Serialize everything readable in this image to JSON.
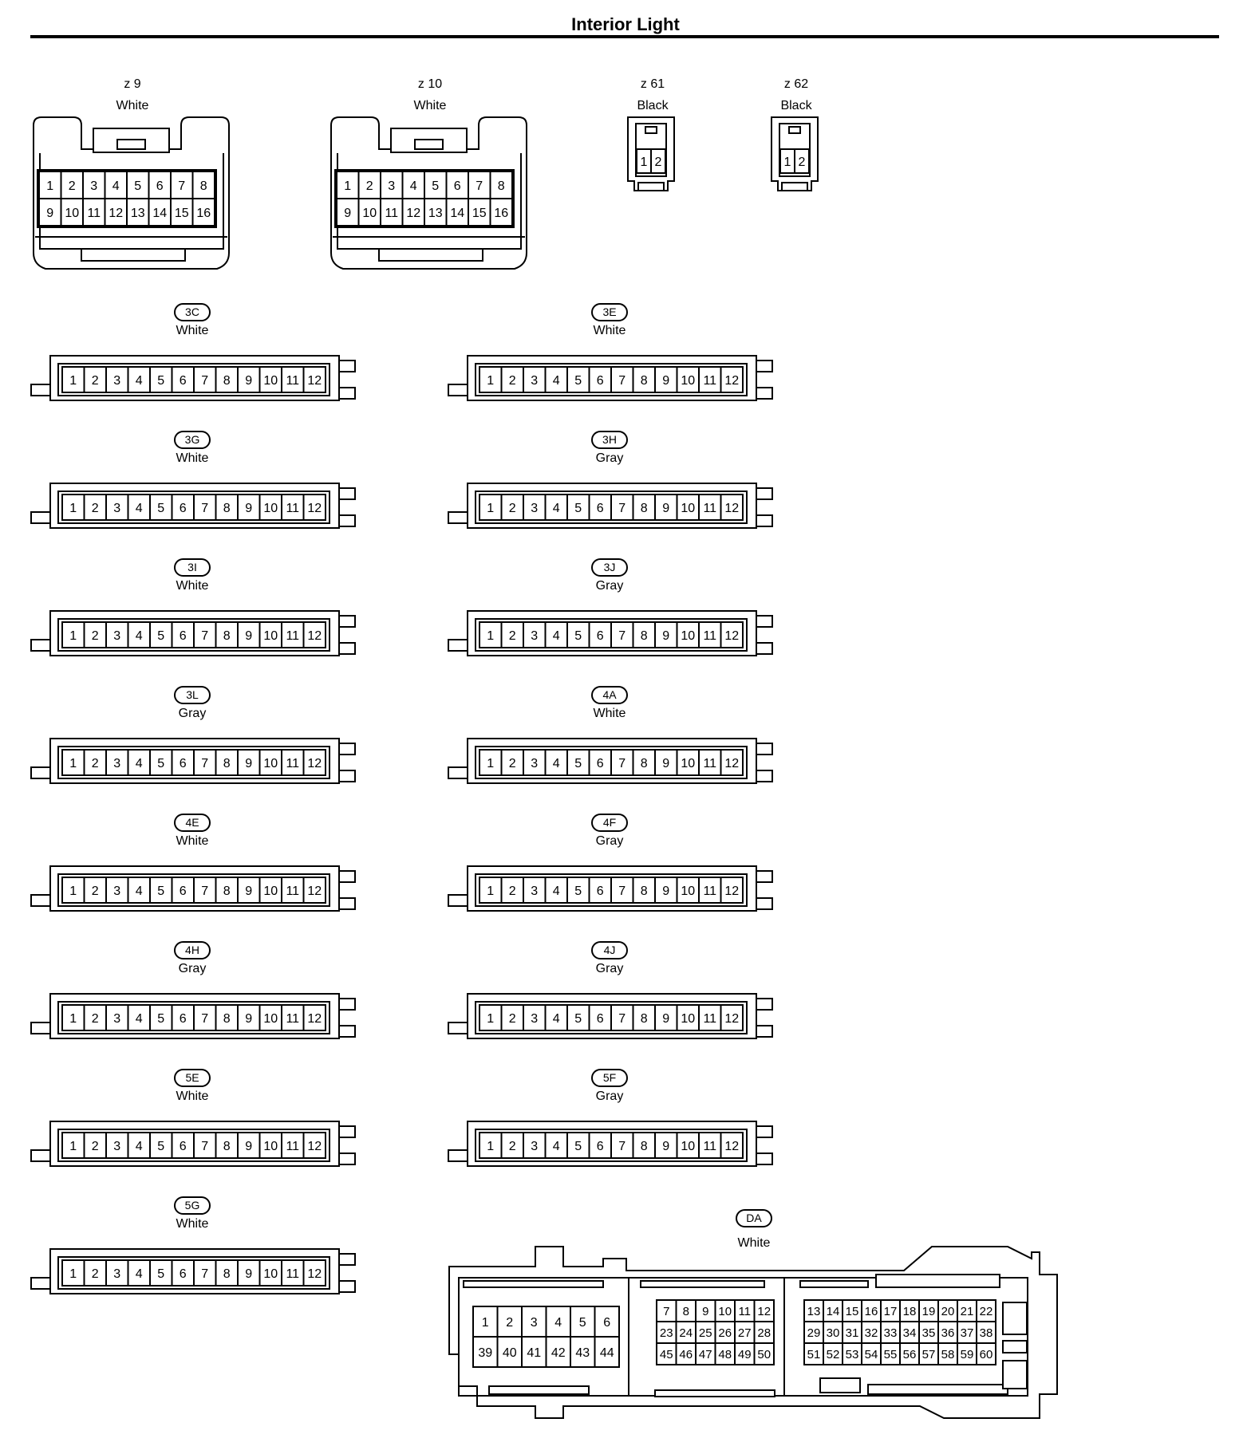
{
  "title": "Interior Light",
  "top_connectors": [
    {
      "id": "z 9",
      "color": "White",
      "pins": [
        "1",
        "2",
        "3",
        "4",
        "5",
        "6",
        "7",
        "8",
        "9",
        "10",
        "11",
        "12",
        "13",
        "14",
        "15",
        "16"
      ]
    },
    {
      "id": "z 10",
      "color": "White",
      "pins": [
        "1",
        "2",
        "3",
        "4",
        "5",
        "6",
        "7",
        "8",
        "9",
        "10",
        "11",
        "12",
        "13",
        "14",
        "15",
        "16"
      ]
    },
    {
      "id": "z 61",
      "color": "Black",
      "pins": [
        "1",
        "2"
      ]
    },
    {
      "id": "z 62",
      "color": "Black",
      "pins": [
        "1",
        "2"
      ]
    }
  ],
  "strip_pins": [
    "1",
    "2",
    "3",
    "4",
    "5",
    "6",
    "7",
    "8",
    "9",
    "10",
    "11",
    "12"
  ],
  "strip_connectors": [
    {
      "id": "3C",
      "color": "White"
    },
    {
      "id": "3E",
      "color": "White"
    },
    {
      "id": "3G",
      "color": "White"
    },
    {
      "id": "3H",
      "color": "Gray"
    },
    {
      "id": "3I",
      "color": "White"
    },
    {
      "id": "3J",
      "color": "Gray"
    },
    {
      "id": "3L",
      "color": "Gray"
    },
    {
      "id": "4A",
      "color": "White"
    },
    {
      "id": "4E",
      "color": "White"
    },
    {
      "id": "4F",
      "color": "Gray"
    },
    {
      "id": "4H",
      "color": "Gray"
    },
    {
      "id": "4J",
      "color": "Gray"
    },
    {
      "id": "5E",
      "color": "White"
    },
    {
      "id": "5F",
      "color": "Gray"
    },
    {
      "id": "5G",
      "color": "White"
    }
  ],
  "da_connector": {
    "id": "DA",
    "color": "White",
    "block_a": [
      [
        "1",
        "2",
        "3",
        "4",
        "5",
        "6"
      ],
      [
        "39",
        "40",
        "41",
        "42",
        "43",
        "44"
      ]
    ],
    "block_b": [
      [
        "7",
        "8",
        "9",
        "10",
        "11",
        "12"
      ],
      [
        "23",
        "24",
        "25",
        "26",
        "27",
        "28"
      ],
      [
        "45",
        "46",
        "47",
        "48",
        "49",
        "50"
      ]
    ],
    "block_c": [
      [
        "13",
        "14",
        "15",
        "16",
        "17",
        "18",
        "19",
        "20",
        "21",
        "22"
      ],
      [
        "29",
        "30",
        "31",
        "32",
        "33",
        "34",
        "35",
        "36",
        "37",
        "38"
      ],
      [
        "51",
        "52",
        "53",
        "54",
        "55",
        "56",
        "57",
        "58",
        "59",
        "60"
      ]
    ]
  }
}
